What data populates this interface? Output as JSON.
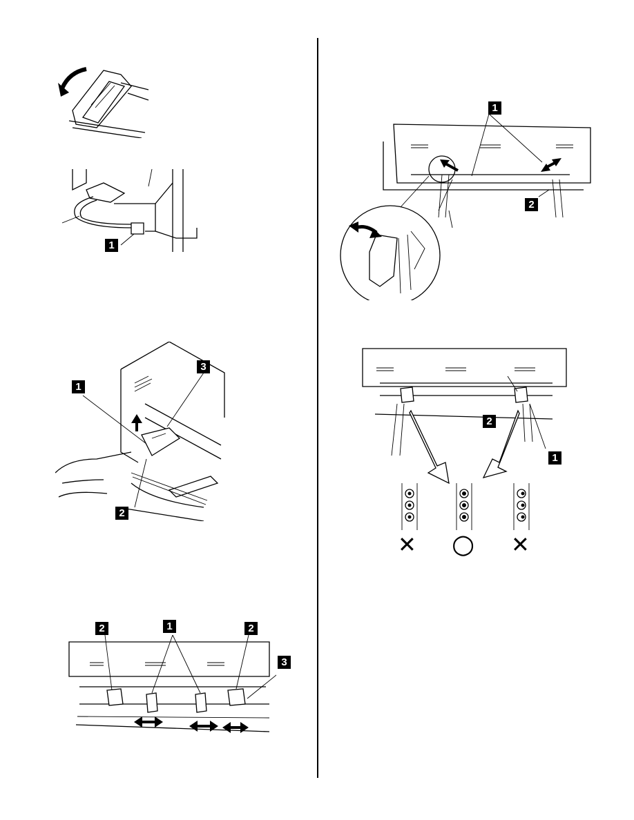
{
  "callouts": {
    "fig_cable": [
      "1"
    ],
    "fig_tractor_lever": [
      "1",
      "2",
      "3"
    ],
    "fig_tractor_front": [
      "2",
      "1",
      "2",
      "3"
    ],
    "fig_paper_load": [
      "1",
      "2"
    ],
    "fig_alignment": [
      "2",
      "1"
    ]
  },
  "alignment_marks": {
    "left": "✕",
    "center": "○",
    "right": "✕"
  },
  "icons": {
    "rotate_arrow": "curved-arrow-icon",
    "double_arrow": "double-arrow-icon",
    "down_arrow": "down-arrow-icon"
  }
}
